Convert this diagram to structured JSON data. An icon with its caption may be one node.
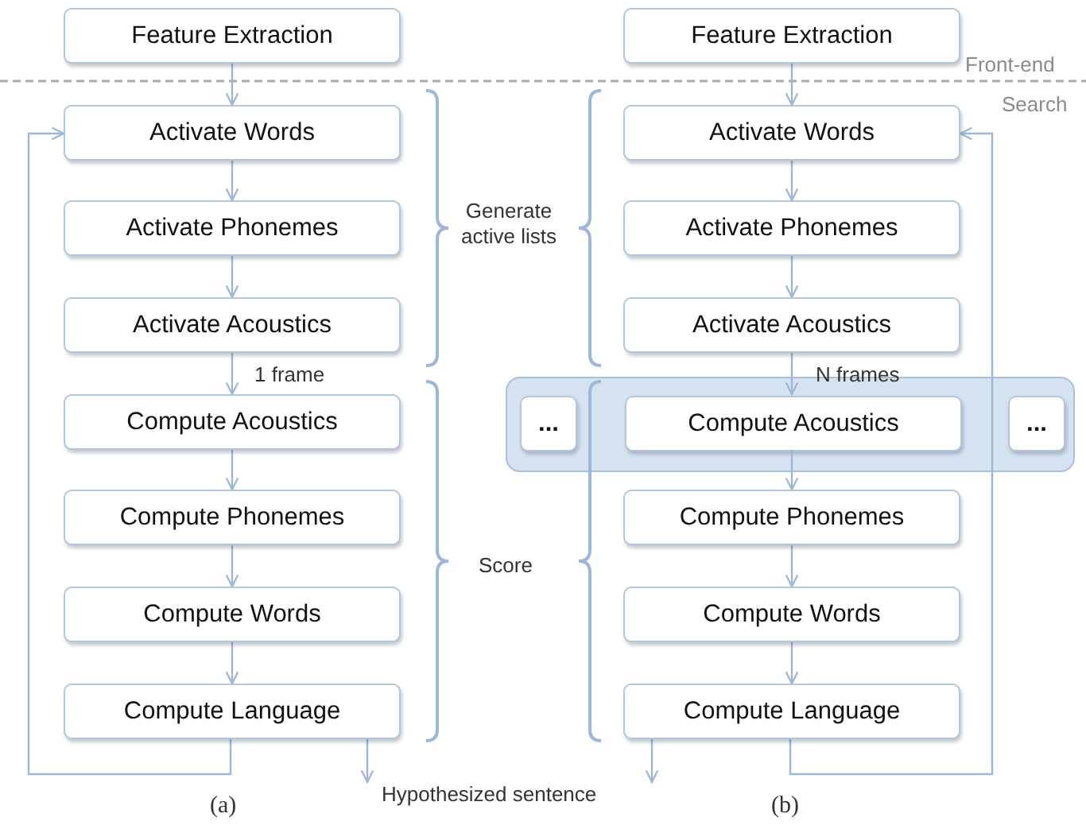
{
  "diagram": {
    "nodes": [
      {
        "text": [
          "Feature Extraction"
        ]
      },
      {
        "text": [
          "Activate Words"
        ]
      },
      {
        "text": [
          "Activate Phonemes"
        ]
      },
      {
        "text": [
          "Activate Acoustics"
        ]
      },
      {
        "text": [
          "Compute Acoustics"
        ]
      },
      {
        "text": [
          "Compute Phonemes"
        ]
      },
      {
        "text": [
          "Compute Words"
        ]
      },
      {
        "text": [
          "Compute Language"
        ]
      },
      {
        "text": [
          "Feature Extraction"
        ]
      },
      {
        "text": [
          "Activate Words"
        ]
      },
      {
        "text": [
          "Activate Phonemes"
        ]
      },
      {
        "text": [
          "Activate Acoustics"
        ]
      },
      {
        "text": [],
        "shape": "box"
      },
      {
        "text": [
          "..."
        ],
        "in": 12
      },
      {
        "text": [
          "Compute Acoustics"
        ],
        "in": 12
      },
      {
        "text": [
          "..."
        ],
        "in": 12
      },
      {
        "text": [
          "Compute Phonemes"
        ]
      },
      {
        "text": [
          "Compute Words"
        ]
      },
      {
        "text": [
          "Compute Language"
        ]
      },
      {
        "text": [
          "Hypothesized sentence"
        ]
      }
    ],
    "edges": [
      {
        "from": 0,
        "to": 1,
        "arrow": "to"
      },
      {
        "from": 1,
        "to": 2,
        "arrow": "to"
      },
      {
        "from": 2,
        "to": 3,
        "arrow": "to"
      },
      {
        "from": 3,
        "to": 4,
        "arrow": "to",
        "label": "1 frame"
      },
      {
        "from": 4,
        "to": 5,
        "arrow": "to"
      },
      {
        "from": 5,
        "to": 6,
        "arrow": "to"
      },
      {
        "from": 6,
        "to": 7,
        "arrow": "to"
      },
      {
        "from": 7,
        "to": 1,
        "arrow": "to"
      },
      {
        "from": 7,
        "to": 19,
        "arrow": "to"
      },
      {
        "from": 8,
        "to": 9,
        "arrow": "to"
      },
      {
        "from": 9,
        "to": 10,
        "arrow": "to"
      },
      {
        "from": 10,
        "to": 11,
        "arrow": "to"
      },
      {
        "from": 11,
        "to": 14,
        "arrow": "to",
        "label": "N frames"
      },
      {
        "from": 14,
        "to": 16,
        "arrow": "to"
      },
      {
        "from": 16,
        "to": 17,
        "arrow": "to"
      },
      {
        "from": 17,
        "to": 18,
        "arrow": "to"
      },
      {
        "from": 18,
        "to": 9,
        "arrow": "to"
      },
      {
        "from": 18,
        "to": 19,
        "arrow": "to"
      }
    ],
    "labels": [
      "Front-end",
      "Search",
      "Generate active lists",
      "Score",
      "(a)",
      "(b)"
    ]
  }
}
